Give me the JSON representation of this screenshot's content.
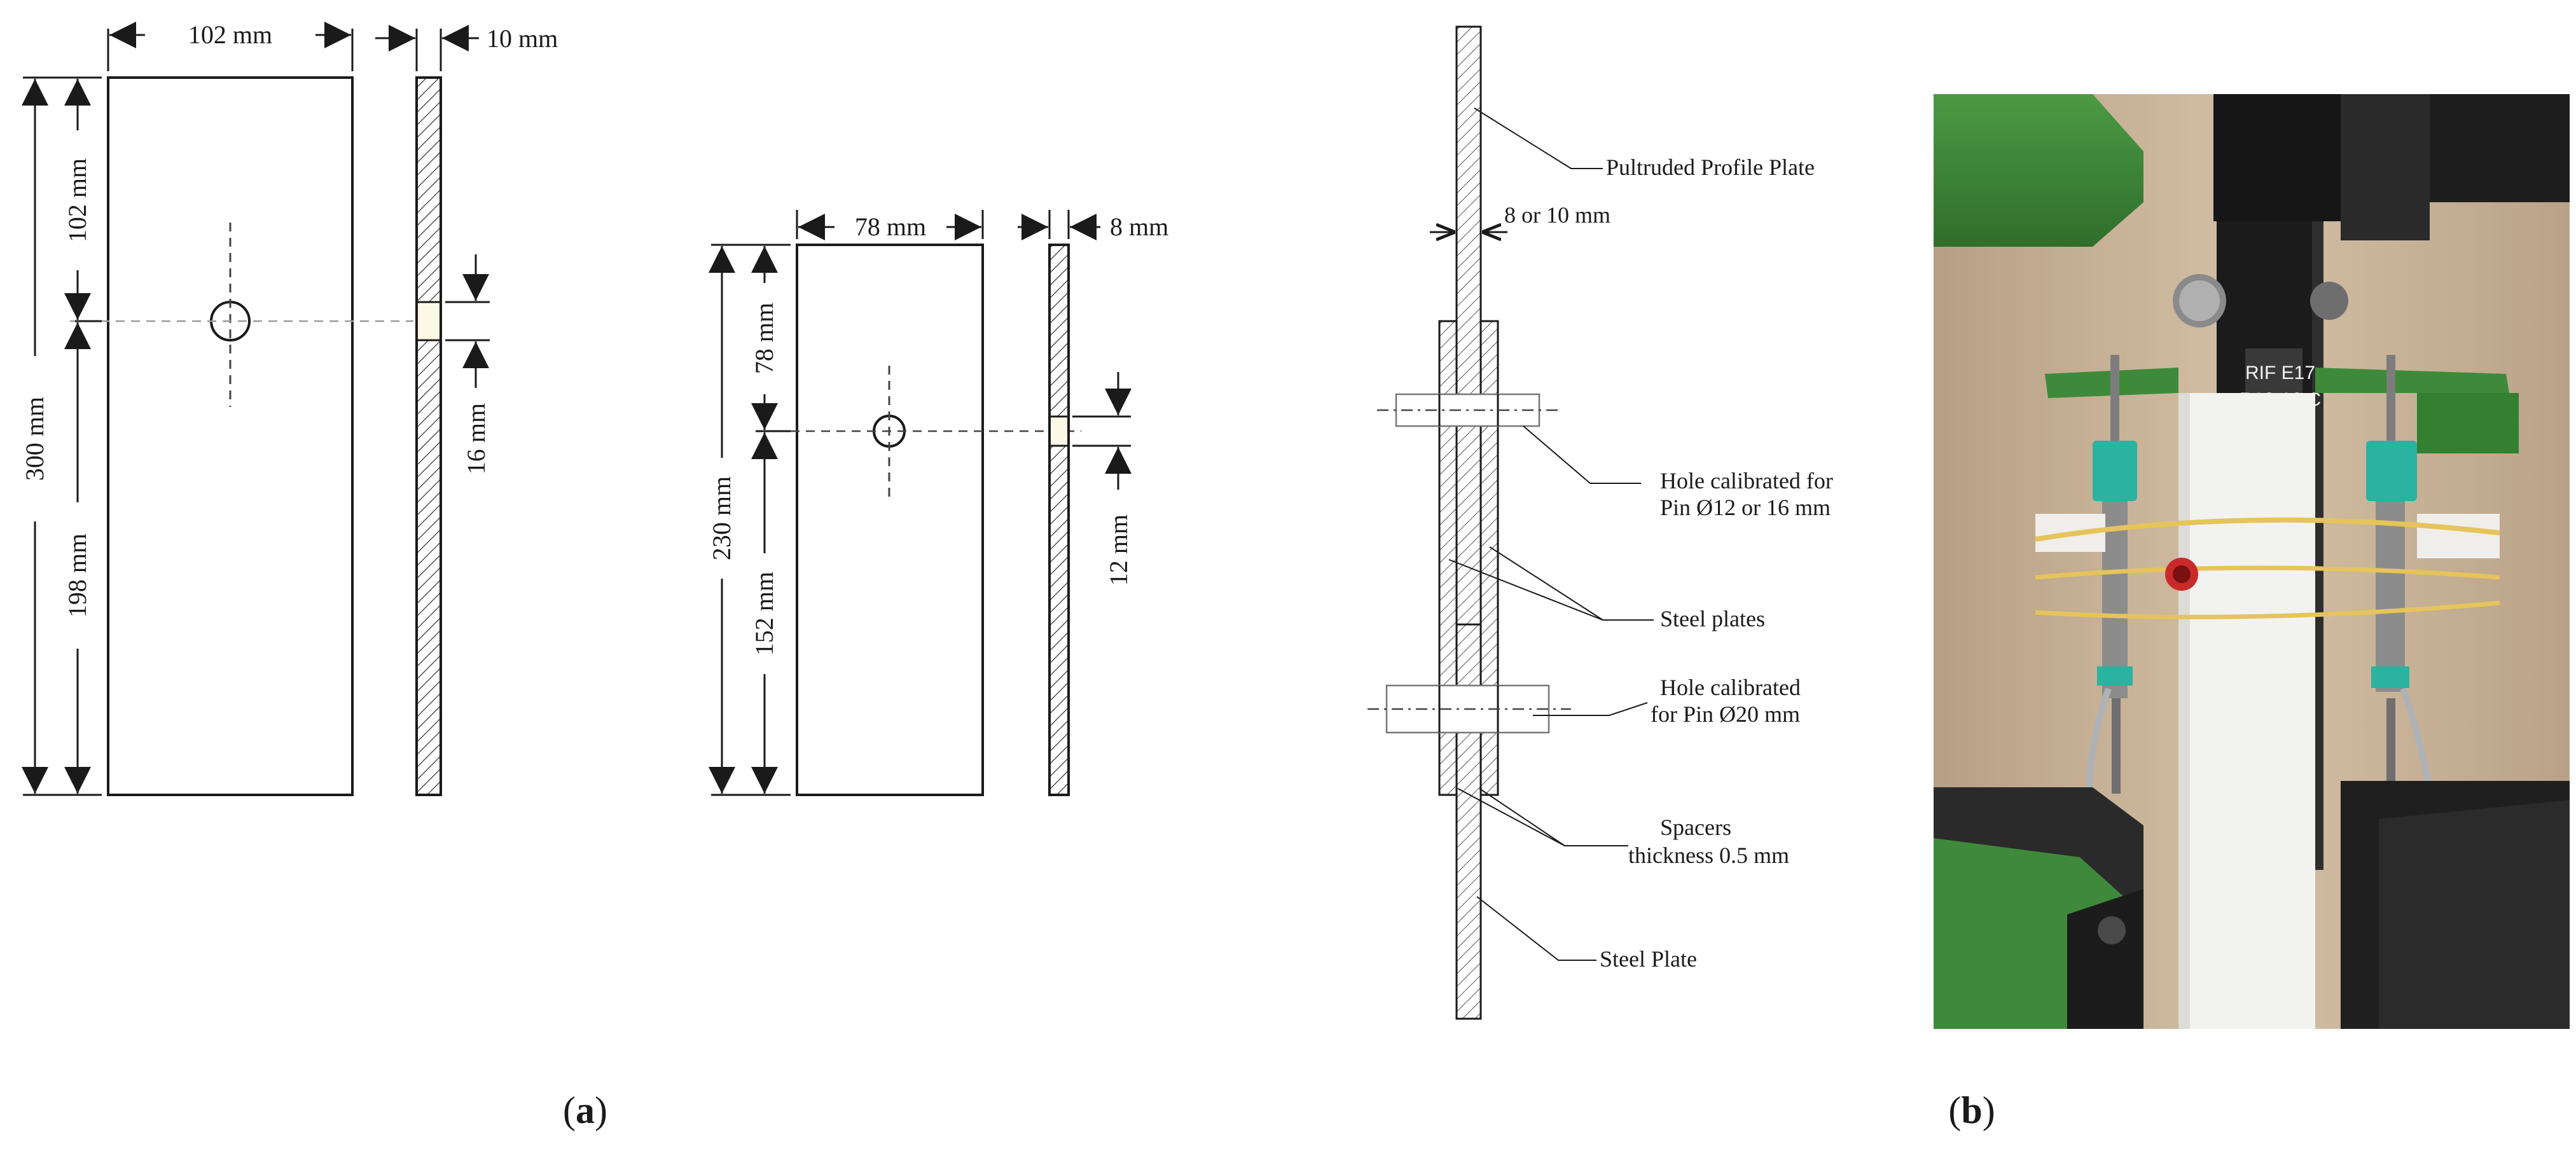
{
  "figure": {
    "panel_a": {
      "caption_open": "(",
      "caption_letter": "a",
      "caption_close": ")",
      "specimen_large": {
        "width_label": "102 mm",
        "thickness_label": "10 mm",
        "height_label": "300 mm",
        "top_label": "102 mm",
        "bottom_label": "198 mm",
        "hole_label": "16 mm"
      },
      "specimen_small": {
        "width_label": "78 mm",
        "thickness_label": "8 mm",
        "height_label": "230 mm",
        "top_label": "78 mm",
        "bottom_label": "152 mm",
        "hole_label": "12 mm"
      },
      "assembly": {
        "profile_plate_label": "Pultruded Profile Plate",
        "thickness_label": "8 or 10 mm",
        "hole_upper_line1": "Hole calibrated for",
        "hole_upper_line2": "Pin Ø12 or 16 mm",
        "steel_plates_label": "Steel plates",
        "hole_lower_line1": "Hole calibrated",
        "hole_lower_line2": "for Pin Ø20 mm",
        "spacers_line1": "Spacers",
        "spacers_line2": "thickness 0.5 mm",
        "steel_plate_label": "Steel Plate"
      }
    },
    "panel_b": {
      "caption_open": "(",
      "caption_letter": "b",
      "caption_close": ")",
      "photo_tag_line1": "RIF E17",
      "photo_tag_line2": "R10-16 C",
      "colors": {
        "grip_green": "#3e8a3a",
        "lvdt_teal": "#2ab3a0",
        "wall": "#c8b39a",
        "black_plate": "#1b1b1b",
        "specimen": "#f2f2f0"
      }
    }
  }
}
